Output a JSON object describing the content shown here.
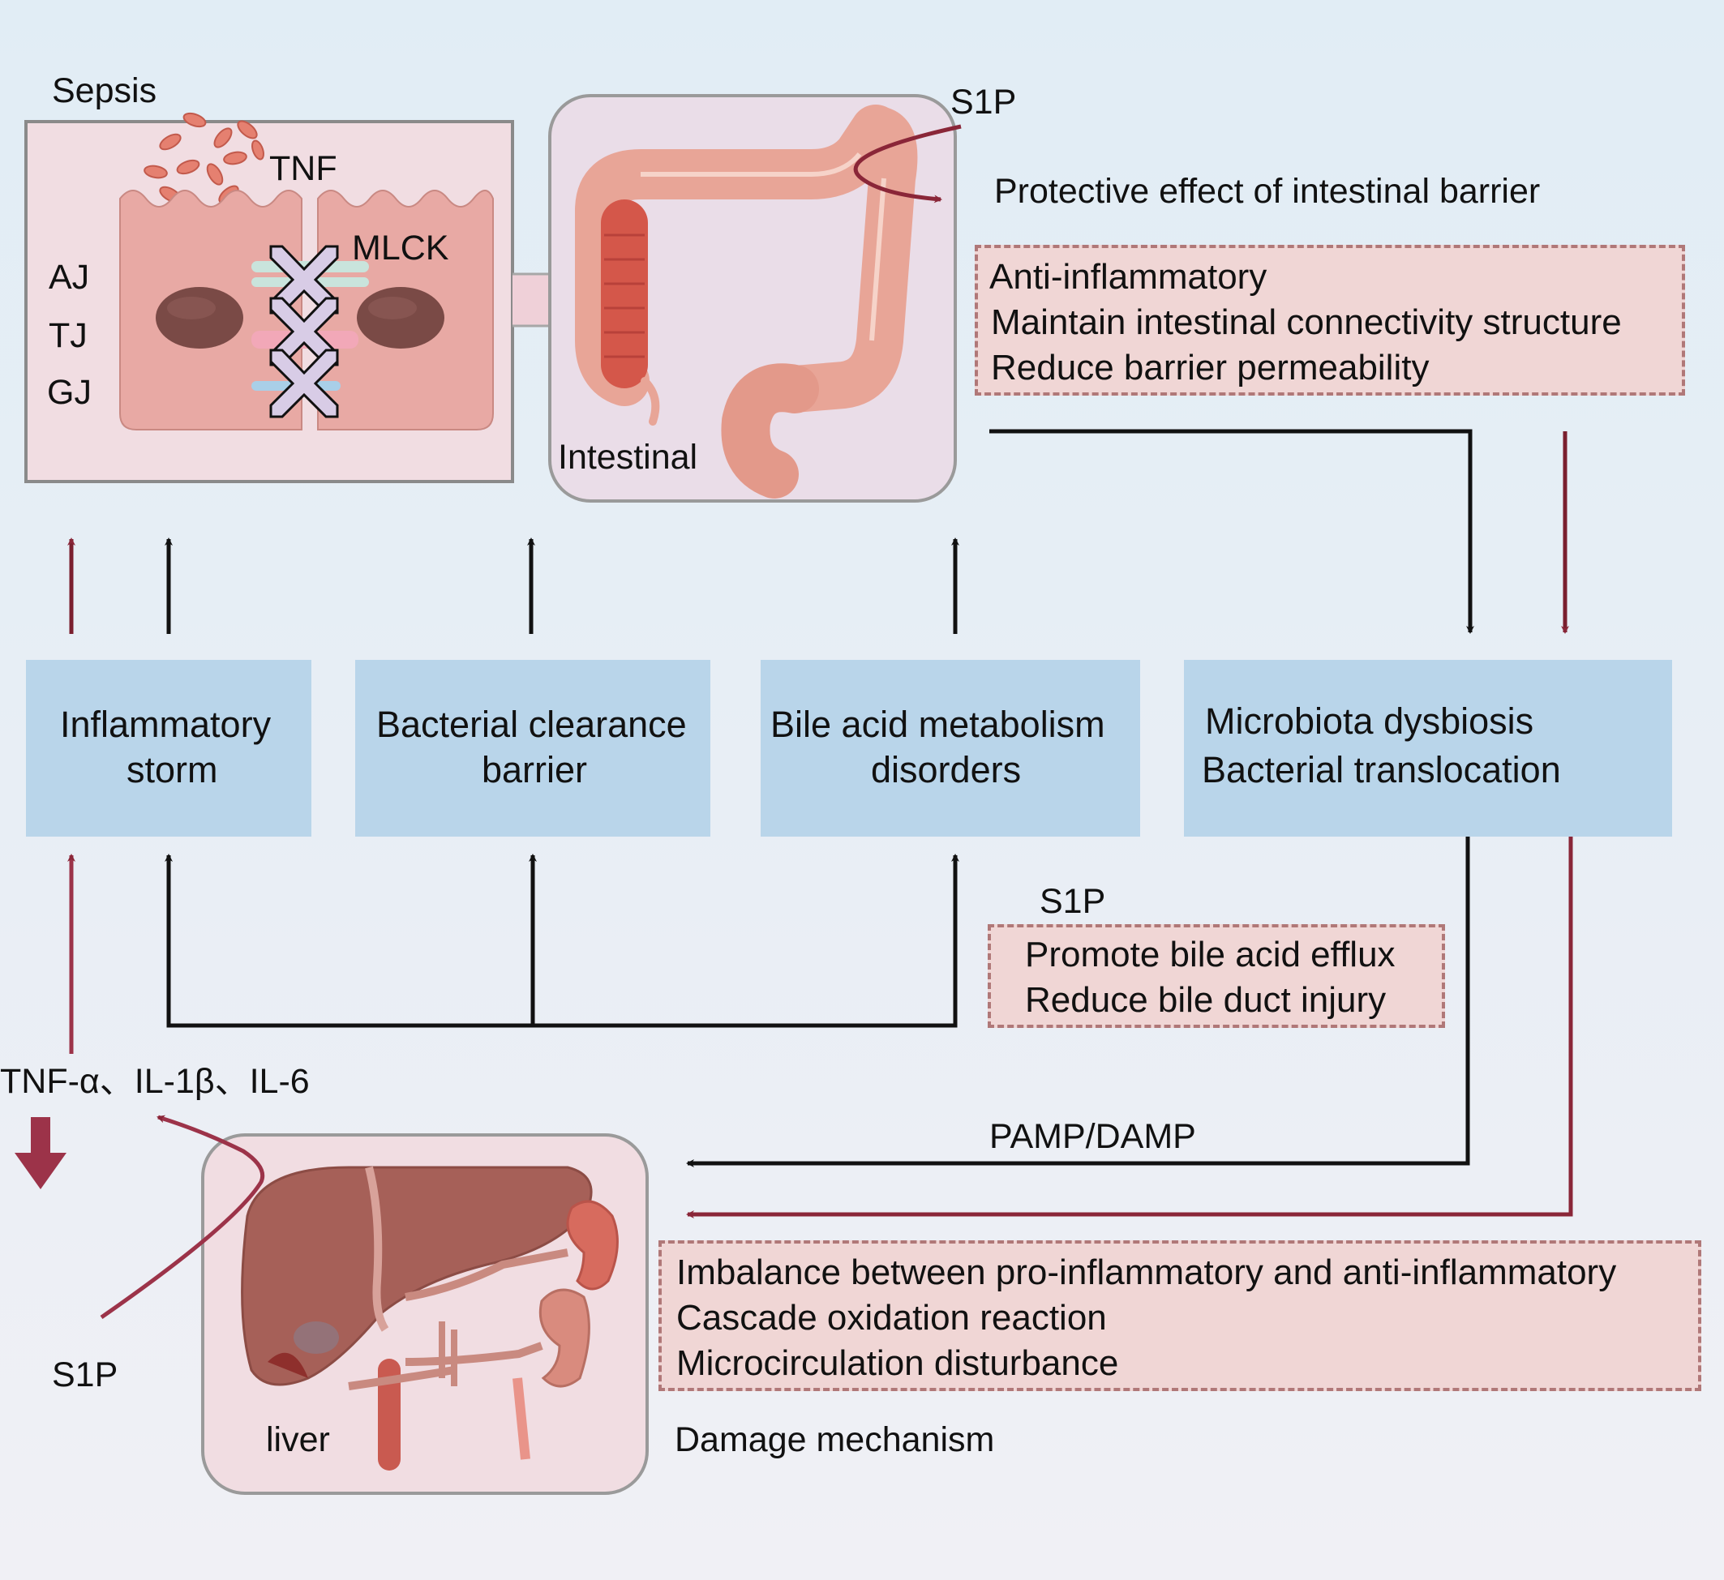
{
  "labels": {
    "sepsis": "Sepsis",
    "tnf": "TNF",
    "mlck": "MLCK",
    "aj": "AJ",
    "tj": "TJ",
    "gj": "GJ",
    "intestinal": "Intestinal",
    "s1p_top": "S1P",
    "protective_title": "Protective effect of intestinal barrier",
    "s1p_mid": "S1P",
    "cytokines": "TNF-α、IL-1β、IL-6",
    "s1p_liver": "S1P",
    "liver": "liver",
    "pamp_damp": "PAMP/DAMP",
    "damage_title": "Damage mechanism"
  },
  "protective_box": {
    "items": [
      "Anti-inflammatory",
      "Maintain intestinal connectivity structure",
      "Reduce barrier permeability"
    ]
  },
  "mechanisms": [
    {
      "line1": "Inflammatory",
      "line2": "storm"
    },
    {
      "line1": "Bacterial clearance",
      "line2": "barrier"
    },
    {
      "line1": "Bile acid metabolism",
      "line2": "disorders"
    },
    {
      "line1": "Microbiota dysbiosis",
      "line2": "Bacterial translocation"
    }
  ],
  "bile_box": {
    "items": [
      "Promote bile acid efflux",
      "Reduce bile duct injury"
    ]
  },
  "damage_box": {
    "items": [
      "Imbalance between pro-inflammatory and anti-inflammatory",
      "Cascade oxidation reaction",
      "Microcirculation disturbance"
    ]
  },
  "colors": {
    "dark_red": "#7a1f2e",
    "red_arrow": "#9c3349",
    "blue_box": "#b9d5ea",
    "pink_box": "#f0d6d5"
  }
}
